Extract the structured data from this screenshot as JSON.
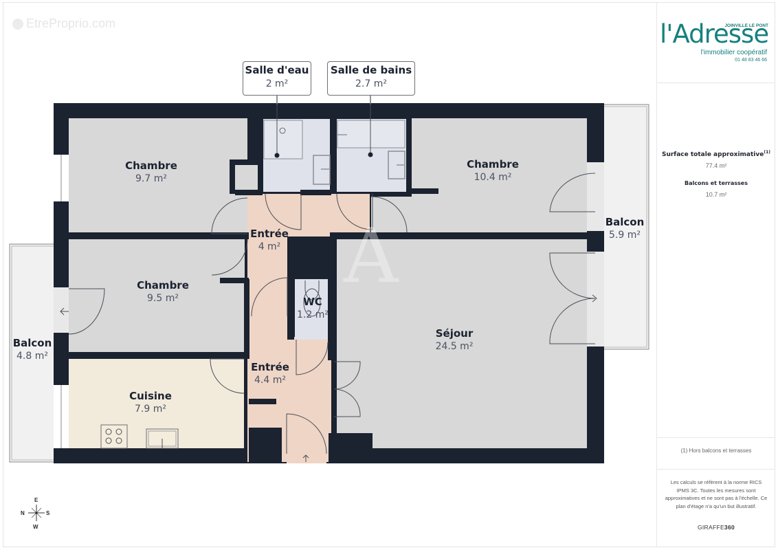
{
  "watermark": {
    "text": "EtreProprio.com",
    "icon": "etreproprio-logo-icon"
  },
  "agency": {
    "name": "l'Adresse",
    "city": "JOINVILLE LE PONT",
    "tagline": "l'immobilier coopératif",
    "phone": "01 48 83 46 66",
    "brand_color": "#17807f"
  },
  "rooms": [
    {
      "id": "chambre-1",
      "name": "Chambre",
      "area": "9.7 m²",
      "fill": "#d8d8d8"
    },
    {
      "id": "chambre-2",
      "name": "Chambre",
      "area": "10.4 m²",
      "fill": "#d8d8d8"
    },
    {
      "id": "chambre-3",
      "name": "Chambre",
      "area": "9.5 m²",
      "fill": "#d8d8d8"
    },
    {
      "id": "entree-1",
      "name": "Entrée",
      "area": "4 m²",
      "fill": "#efd5c6"
    },
    {
      "id": "entree-2",
      "name": "Entrée",
      "area": "4.4 m²",
      "fill": "#efd5c6"
    },
    {
      "id": "wc",
      "name": "WC",
      "area": "1.2 m²",
      "fill": "#dfe2ea"
    },
    {
      "id": "sejour",
      "name": "Séjour",
      "area": "24.5 m²",
      "fill": "#d8d8d8"
    },
    {
      "id": "cuisine",
      "name": "Cuisine",
      "area": "7.9 m²",
      "fill": "#f2eadb"
    },
    {
      "id": "balcon-1",
      "name": "Balcon",
      "area": "5.9 m²",
      "fill": "#f1f1f1"
    },
    {
      "id": "balcon-2",
      "name": "Balcon",
      "area": "4.8 m²",
      "fill": "#f1f1f1"
    }
  ],
  "callouts": [
    {
      "id": "salle-deau",
      "name": "Salle d'eau",
      "area": "2 m²"
    },
    {
      "id": "salle-de-bains",
      "name": "Salle de bains",
      "area": "2.7 m²"
    }
  ],
  "summary": {
    "total_label": "Surface totale approximative",
    "total_footnote_marker": "(1)",
    "total_value": "77.4 m²",
    "balconies_label": "Balcons et terrasses",
    "balconies_value": "10.7 m²",
    "footnote": "(1) Hors balcons et terrasses",
    "disclaimer": "Les calculs se réfèrent à la norme RICS IPMS 3C. Toutes les mesures sont approximatives et ne sont pas à l'échelle. Ce plan d'étage n'a qu'un but illustratif.",
    "brand_a": "GIRAFFE",
    "brand_b": "360"
  },
  "compass": {
    "top": "E",
    "left": "N",
    "right": "S",
    "bottom": "W"
  },
  "colors": {
    "wall": "#1b2230",
    "bathroom": "#dfe2ea",
    "line": "#4a4f58"
  }
}
